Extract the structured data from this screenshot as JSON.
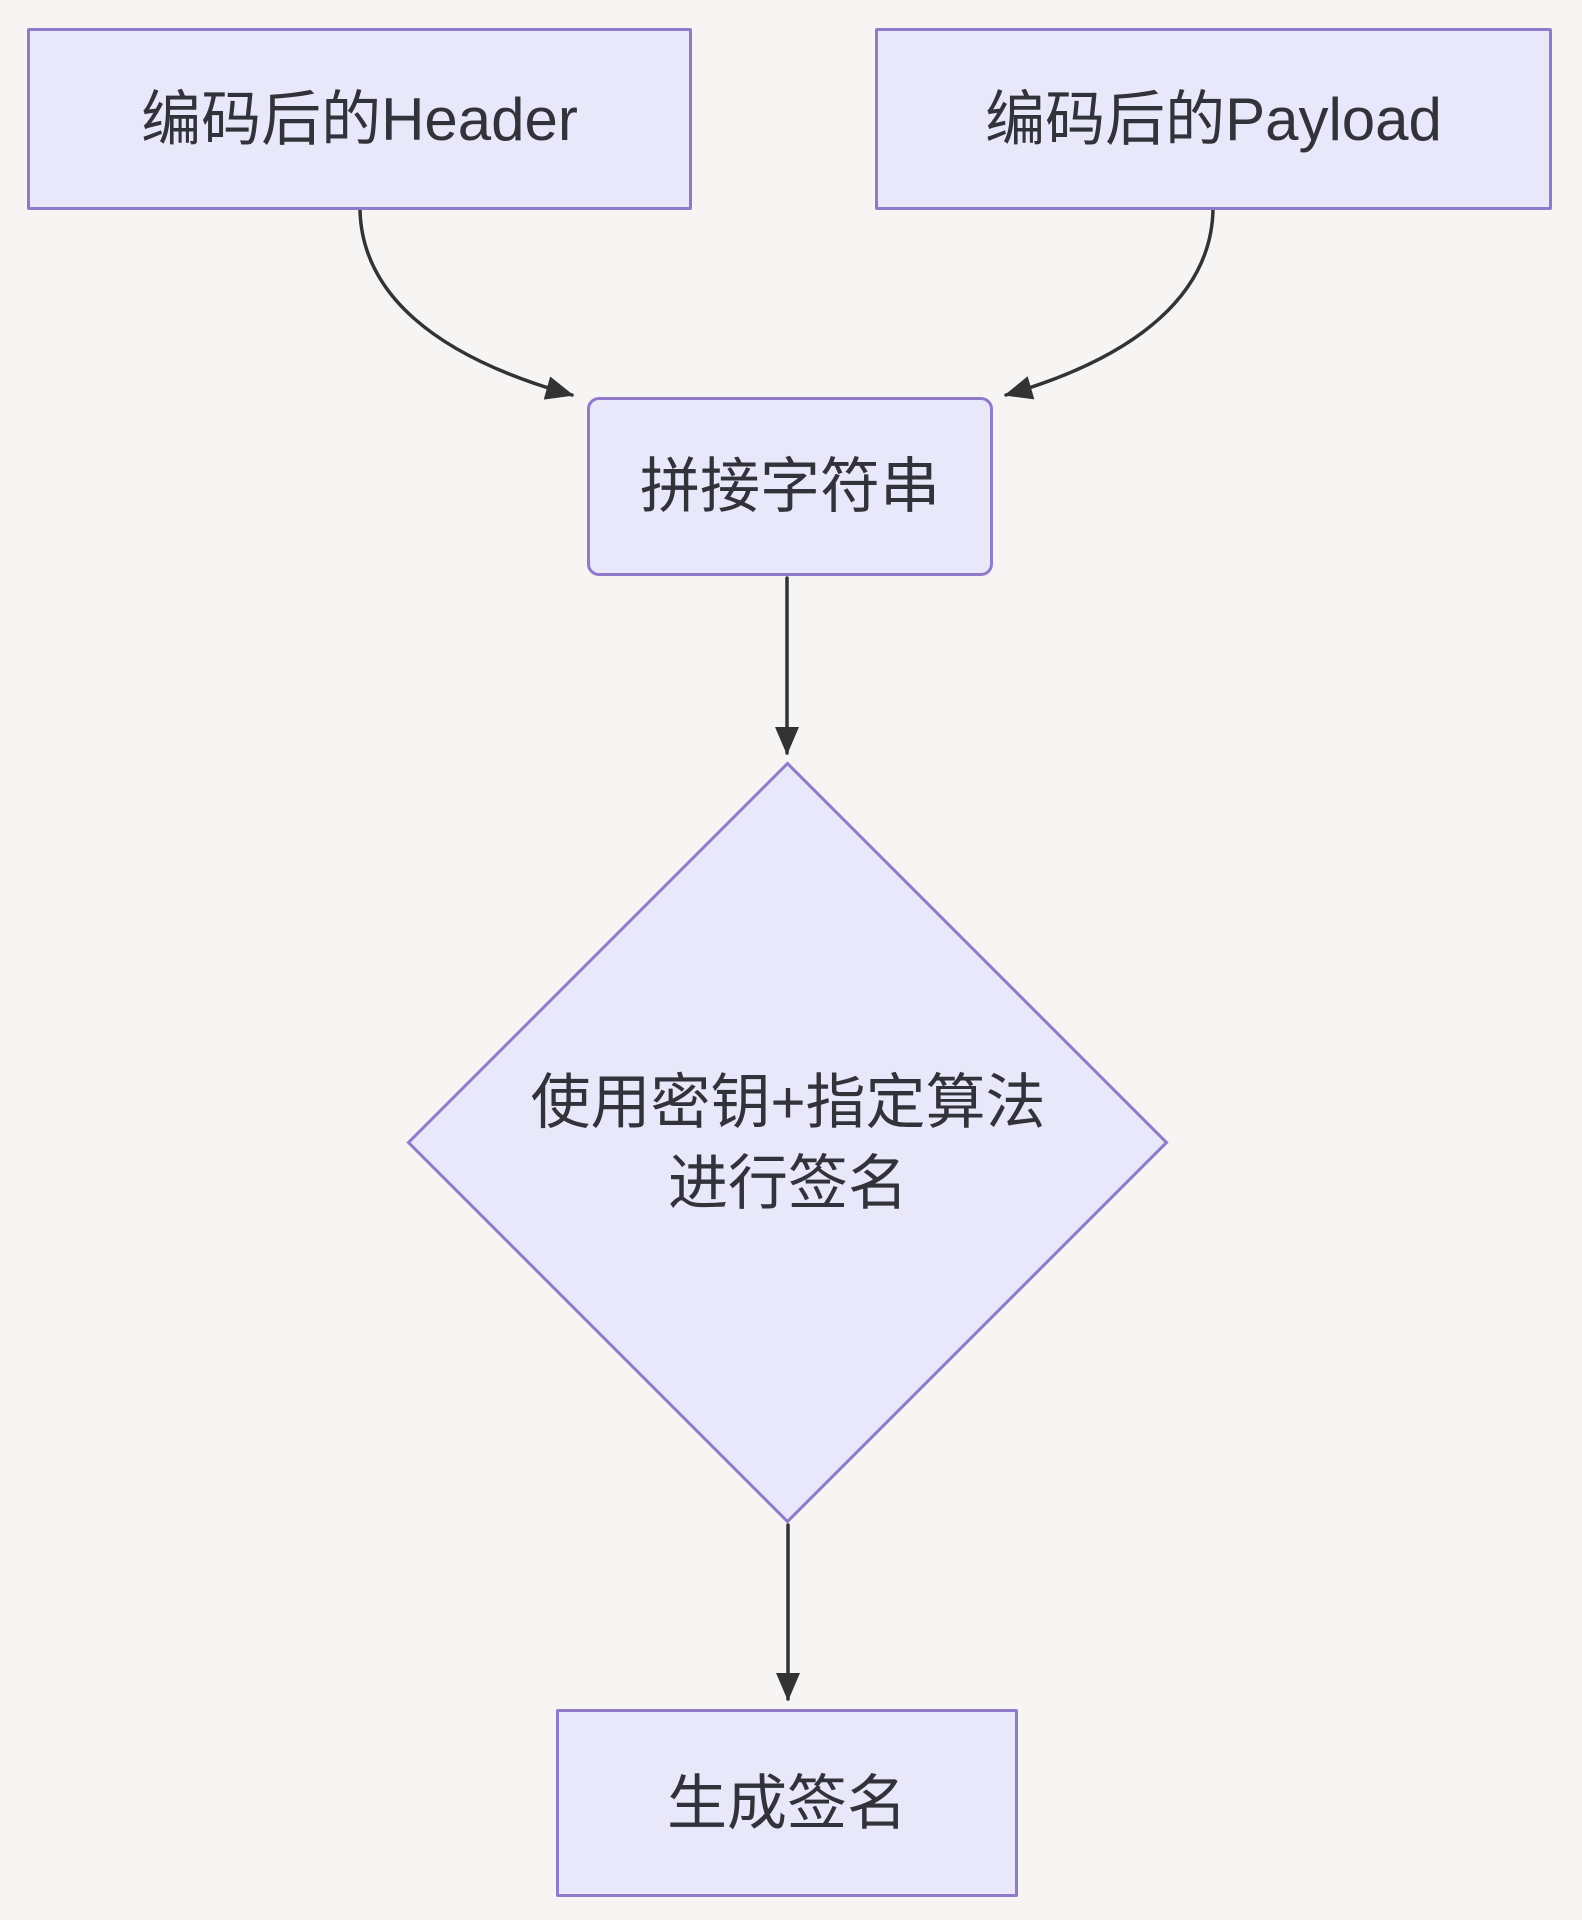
{
  "diagram": {
    "type": "flowchart",
    "direction": "top-down",
    "background_color": "#f7f5f4",
    "node_fill_color": "#e9e8fa",
    "node_border_color": "#8f7bc9",
    "edge_color": "#333333",
    "text_color": "#32323a",
    "nodes": {
      "encoded_header": {
        "shape": "rectangle",
        "label": "编码后的Header"
      },
      "encoded_payload": {
        "shape": "rectangle",
        "label": "编码后的Payload"
      },
      "concat_string": {
        "shape": "rounded-rectangle",
        "label": "拼接字符串"
      },
      "sign_with_key": {
        "shape": "diamond",
        "label_line1": "使用密钥+指定算法",
        "label_line2": "进行签名"
      },
      "generate_signature": {
        "shape": "rectangle",
        "label": "生成签名"
      }
    },
    "edges": [
      {
        "from": "encoded_header",
        "to": "concat_string"
      },
      {
        "from": "encoded_payload",
        "to": "concat_string"
      },
      {
        "from": "concat_string",
        "to": "sign_with_key"
      },
      {
        "from": "sign_with_key",
        "to": "generate_signature"
      }
    ]
  }
}
